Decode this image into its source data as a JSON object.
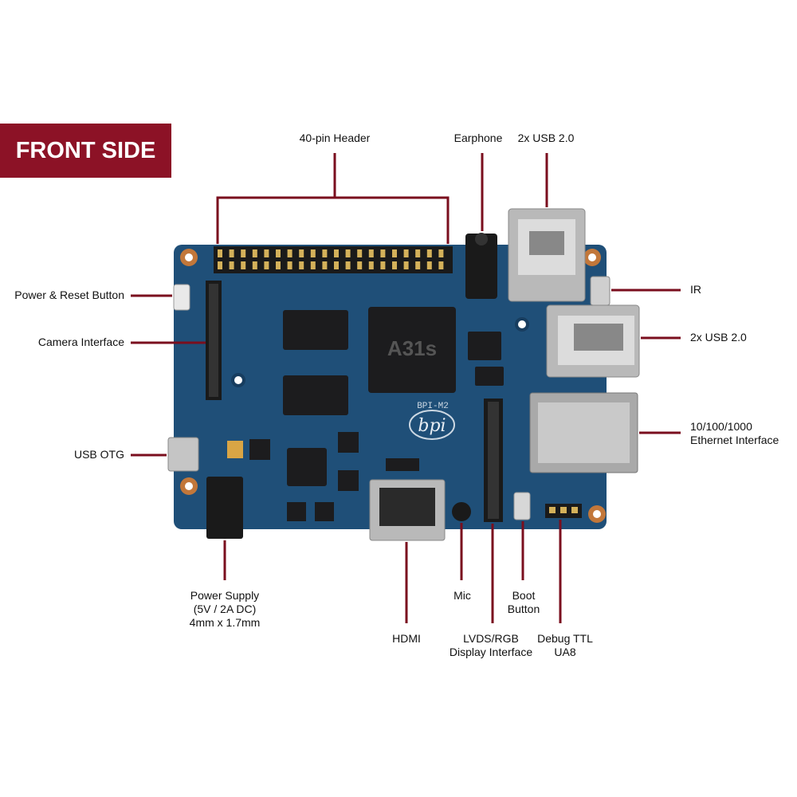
{
  "banner": {
    "text": "FRONT SIDE",
    "color": "#8c1226"
  },
  "colors": {
    "leader_line": "#7a0e1e",
    "pcb": "#1f4f78",
    "pcb_dark": "#173d5f",
    "chip": "#1c1c1e",
    "metal": "#b9b9b9",
    "copper_pad": "#c2773a"
  },
  "board": {
    "silkscreen_model": "BPI-M2",
    "soc_marking": "A31s",
    "logo_text": "bpi"
  },
  "callouts": {
    "header_40pin": "40-pin Header",
    "earphone": "Earphone",
    "usb_top": "2x USB 2.0",
    "power_reset": "Power & Reset Button",
    "camera": "Camera Interface",
    "ir": "IR",
    "usb_right": "2x USB 2.0",
    "ethernet_line1": "10/100/1000",
    "ethernet_line2": "Ethernet Interface",
    "usb_otg": "USB OTG",
    "power_line1": "Power Supply",
    "power_line2": "(5V / 2A DC)",
    "power_line3": "4mm x 1.7mm",
    "hdmi": "HDMI",
    "mic": "Mic",
    "boot_line1": "Boot",
    "boot_line2": "Button",
    "lvds_line1": "LVDS/RGB",
    "lvds_line2": "Display Interface",
    "debug_line1": "Debug TTL",
    "debug_line2": "UA8"
  }
}
